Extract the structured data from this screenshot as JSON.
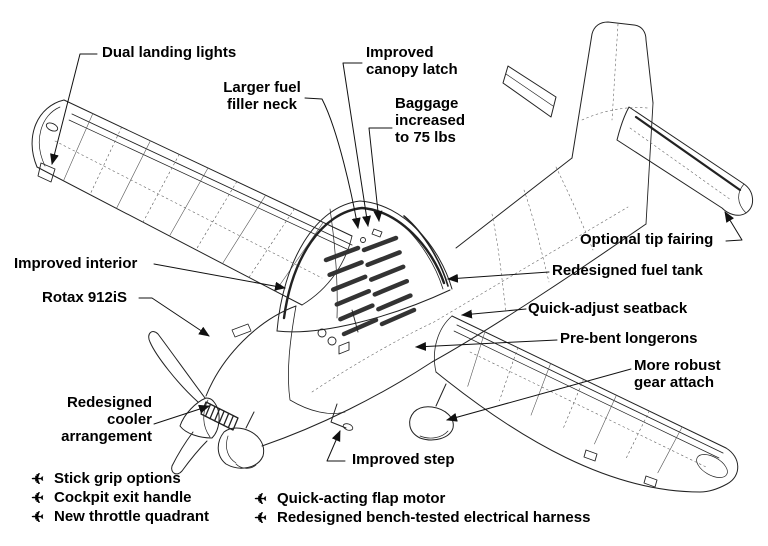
{
  "figure": {
    "background": "#ffffff",
    "ink_color": "#1a1a1a",
    "text_color": "#000000",
    "subject": "light aircraft isometric line drawing"
  },
  "callouts": {
    "dual_landing_lights": "Dual landing lights",
    "larger_fuel_filler": "Larger fuel\nfiller neck",
    "improved_canopy_latch": "Improved\ncanopy latch",
    "baggage_increased": "Baggage\nincreased\nto 75 lbs",
    "optional_tip_fairing": "Optional tip fairing",
    "improved_interior": "Improved interior",
    "engine": "Rotax 912iS",
    "redesigned_fuel_tank": "Redesigned fuel tank",
    "quick_adjust_seatback": "Quick-adjust seatback",
    "pre_bent_longerons": "Pre-bent longerons",
    "more_robust_gear_attach": "More robust\ngear attach",
    "redesigned_cooler": "Redesigned\ncooler\narrangement",
    "improved_step": "Improved step"
  },
  "features_left": [
    "Stick grip options",
    "Cockpit exit handle",
    "New throttle quadrant"
  ],
  "features_right": [
    "Quick-acting flap motor",
    "Redesigned bench-tested electrical harness"
  ],
  "bullet_icon_glyph": "✈"
}
